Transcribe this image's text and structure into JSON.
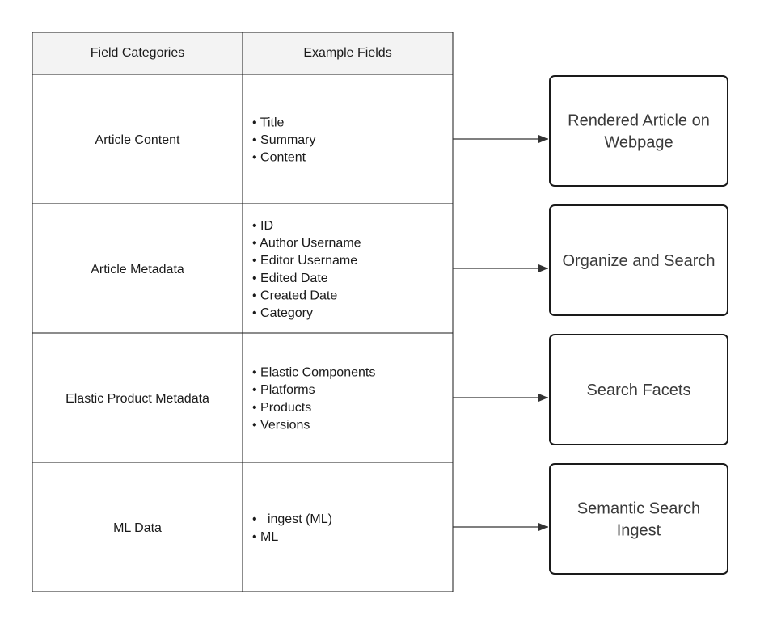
{
  "table": {
    "headers": [
      "Field Categories",
      "Example Fields"
    ],
    "rows": [
      {
        "category": "Article Content",
        "fields": [
          "Title",
          "Summary",
          "Content"
        ],
        "target": [
          "Rendered Article on",
          "Webpage"
        ]
      },
      {
        "category": "Article Metadata",
        "fields": [
          "ID",
          "Author Username",
          "Editor Username",
          "Edited Date",
          "Created Date",
          "Category"
        ],
        "target": [
          "Organize and Search"
        ]
      },
      {
        "category": "Elastic Product Metadata",
        "fields": [
          "Elastic Components",
          "Platforms",
          "Products",
          "Versions"
        ],
        "target": [
          "Search Facets"
        ]
      },
      {
        "category": "ML Data",
        "fields": [
          "_ingest (ML)",
          "ML"
        ],
        "target": [
          "Semantic Search",
          "Ingest"
        ]
      }
    ]
  },
  "colors": {
    "header_bg": "#f3f3f3",
    "border": "#1a1a1a",
    "text": "#1a1a1a",
    "target_text": "#3a3a3a",
    "arrow": "#333333"
  }
}
